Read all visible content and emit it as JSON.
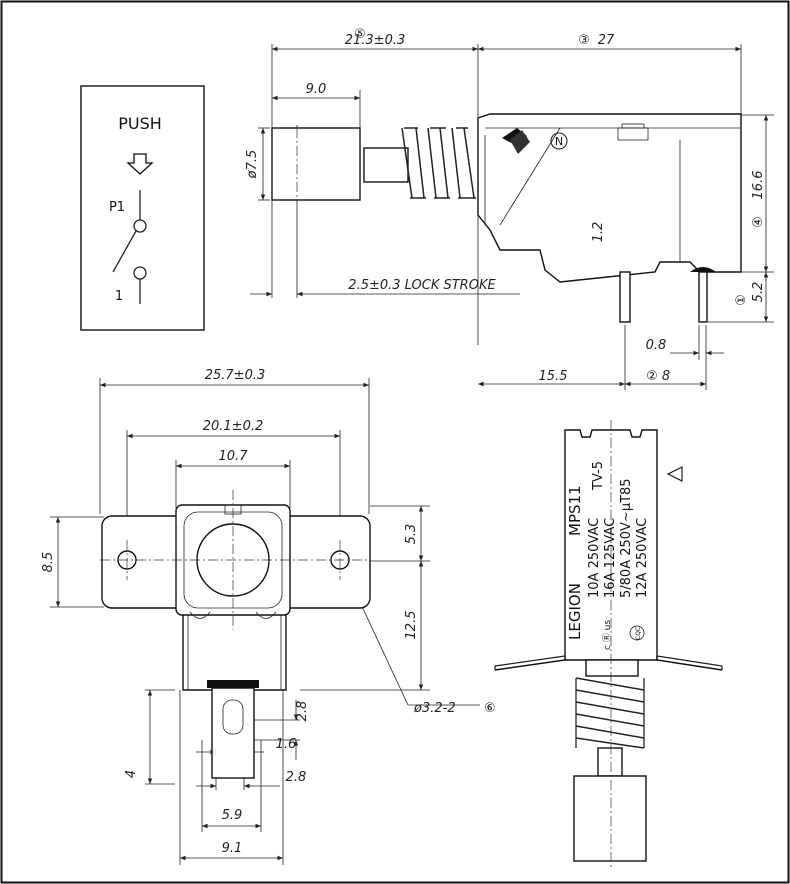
{
  "symbol": {
    "title": "PUSH",
    "arrow_icon": "down-arrow-icon",
    "terminal_top": "P1",
    "terminal_bottom": "1"
  },
  "side_view": {
    "overall_length": "21.3±0.3",
    "overall_length_ref": "⑤",
    "body_length": "27",
    "body_length_ref": "③",
    "button_length": "9.0",
    "button_diameter": "ø7.5",
    "lock_stroke": "2.5±0.3 LOCK STROKE",
    "pin_offset": "1.2",
    "body_height": "16.6",
    "body_height_ref": "④",
    "pin_length": "5.2",
    "pin_length_ref": "①",
    "pin_thickness": "0.8",
    "pin_position": "15.5",
    "pin_pitch": "8",
    "pin_pitch_ref": "②",
    "logo_icon": "brand-logo-icon",
    "n_mark": "N"
  },
  "front_view": {
    "flange_width": "25.7±0.3",
    "hole_pitch": "20.1±0.2",
    "body_width": "10.7",
    "flange_height": "8.5",
    "upper_offset": "5.3",
    "lower_offset": "12.5",
    "hole_callout": "ø3.2-2",
    "hole_callout_ref": "⑥",
    "slot_height": "2.8",
    "slot_width": "1.6",
    "terminal_gap": "2.8",
    "bottom_height": "4",
    "terminal_span": "5.9",
    "base_width": "9.1"
  },
  "label_view": {
    "brand": "LEGION",
    "model": "MPS11",
    "rating_1": "10A 250VAC",
    "rating_2": "16A 125VAC",
    "rating_3": "5/80A 250V~μT85",
    "rating_4": "12A 250VAC",
    "class": "TV-5",
    "ul_mark": "c Ⓡ us",
    "cqc_mark": "CQC",
    "warning_icon": "warning-triangle-icon"
  }
}
